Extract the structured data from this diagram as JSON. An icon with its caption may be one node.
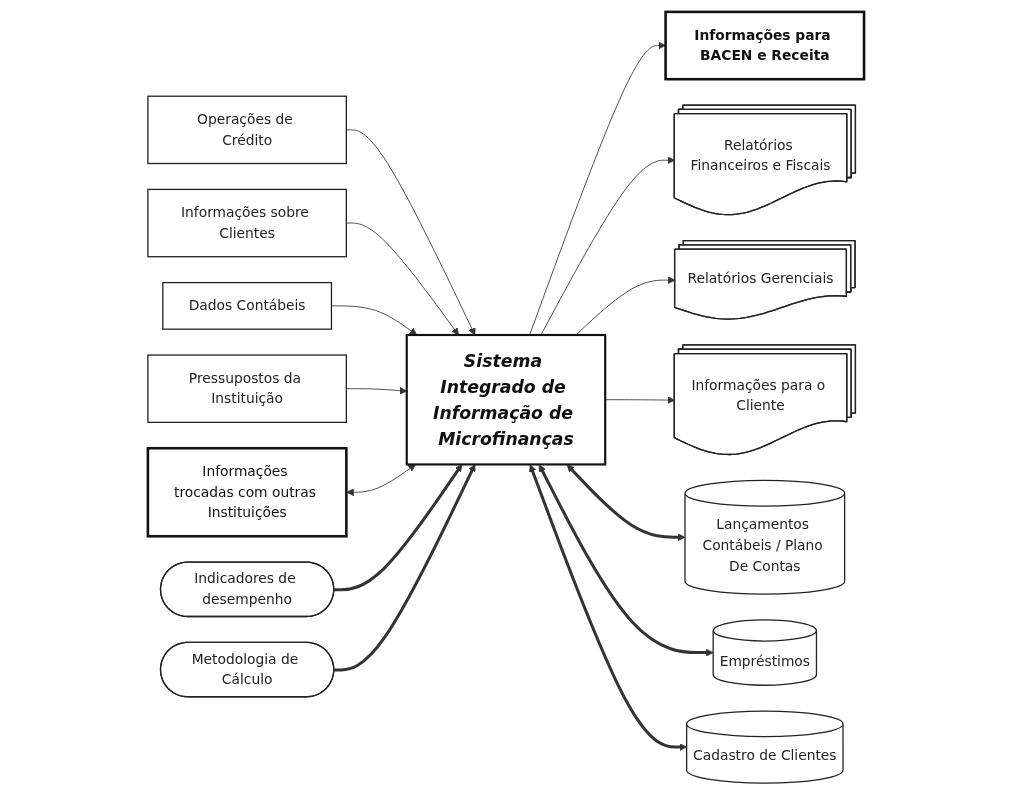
{
  "diagram": {
    "nodes": [
      {
        "text": [
          "Operações de Crédito"
        ]
      },
      {
        "text": [
          "Informações sobre Clientes"
        ]
      },
      {
        "text": [
          "Dados Contábeis"
        ]
      },
      {
        "text": [
          "Pressupostos da Instituição"
        ]
      },
      {
        "text": [
          "Informações trocadas com outras Instituições"
        ]
      },
      {
        "text": [
          "Indicadores de desempenho"
        ]
      },
      {
        "text": [
          "Metodologia de Cálculo"
        ]
      },
      {
        "text": [
          "Sistema Integrado de Informação de Microfinanças"
        ]
      },
      {
        "text": [
          "Informações para BACEN e Receita"
        ]
      },
      {
        "text": [
          "Relatórios Financeiros e Fiscais"
        ]
      },
      {
        "text": [
          "Relatórios Gerenciais"
        ]
      },
      {
        "text": [
          "Informações para o Cliente"
        ]
      },
      {
        "text": [
          "Lançamentos Contábeis / Plano De Contas"
        ]
      },
      {
        "text": [
          "Empréstimos"
        ]
      },
      {
        "text": [
          "Cadastro de Clientes"
        ]
      }
    ],
    "edges": [
      {
        "from": 0,
        "to": 7,
        "arrow": "to"
      },
      {
        "from": 1,
        "to": 7,
        "arrow": "to"
      },
      {
        "from": 2,
        "to": 7,
        "arrow": "to"
      },
      {
        "from": 3,
        "to": 7,
        "arrow": "to"
      },
      {
        "from": 4,
        "to": 7,
        "arrow": "both"
      },
      {
        "from": 5,
        "to": 7,
        "arrow": "to",
        "style": "thick"
      },
      {
        "from": 6,
        "to": 7,
        "arrow": "to",
        "style": "thick"
      },
      {
        "from": 7,
        "to": 8,
        "arrow": "to"
      },
      {
        "from": 7,
        "to": 9,
        "arrow": "to"
      },
      {
        "from": 7,
        "to": 10,
        "arrow": "to"
      },
      {
        "from": 7,
        "to": 11,
        "arrow": "to"
      },
      {
        "from": 7,
        "to": 12,
        "arrow": "both",
        "style": "thick"
      },
      {
        "from": 7,
        "to": 13,
        "arrow": "both",
        "style": "thick"
      },
      {
        "from": 7,
        "to": 14,
        "arrow": "both",
        "style": "thick"
      }
    ]
  }
}
